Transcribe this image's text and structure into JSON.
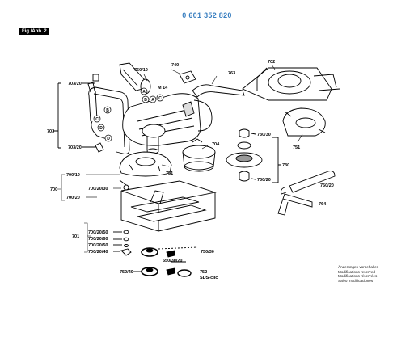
{
  "header": {
    "document_number": "0 601 352 820",
    "figure_label": "Fig./Abb. 2"
  },
  "callouts": {
    "703_20_top": "703/20",
    "703": "703",
    "703_20_bottom": "703/20",
    "750_10": "750/10",
    "740": "740",
    "m14": "M 14",
    "763": "763",
    "702": "702",
    "704": "704",
    "751_mid": "751",
    "751_right": "751",
    "730_30_top": "730/30",
    "730": "730",
    "730_20": "730/20",
    "750_20": "750/20",
    "764": "764",
    "700_10": "700/10",
    "700": "700",
    "700_20_30": "700/20/30",
    "700_20": "700/20",
    "701": "701",
    "700_20_50": "700/20/50",
    "700_20_60": "700/20/60",
    "700_20_50b": "700/20/50",
    "700_20_40": "700/20/40",
    "750_30": "750/30",
    "650_30_20": "650/30/20",
    "750_40": "750/40",
    "752": "752",
    "sds_clic": "SDS-clic"
  },
  "circle_letters": {
    "A1": "A",
    "B1": "B",
    "A2": "A",
    "B2": "B",
    "C1": "C",
    "C2": "C",
    "D1": "D",
    "D2": "D"
  },
  "notes": [
    "Änderungen vorbehalten",
    "Modifications reserved",
    "Modifications réservées",
    "Salvo modificaciones"
  ]
}
